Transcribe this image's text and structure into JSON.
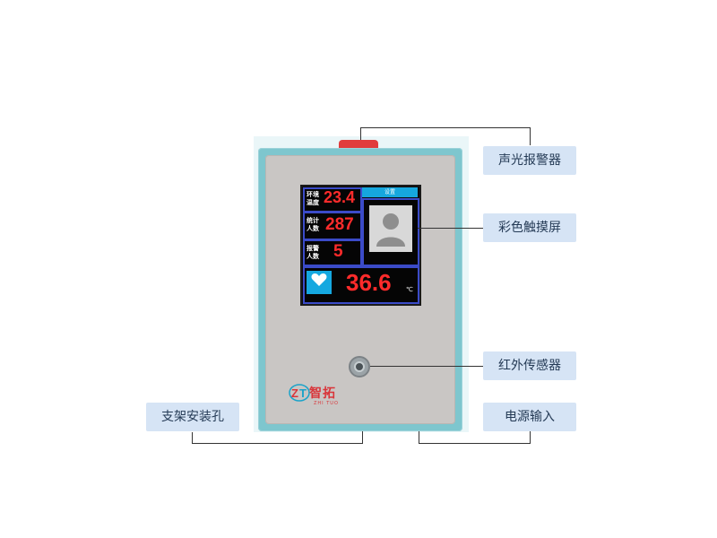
{
  "callouts": {
    "alarm": "声光报警器",
    "screen": "彩色触摸屏",
    "sensor": "红外传感器",
    "power": "电源输入",
    "mount": "支架安装孔"
  },
  "screen": {
    "env_label_1": "环境",
    "env_label_2": "温度",
    "env_value": "23.4",
    "count_label_1": "统计",
    "count_label_2": "人数",
    "count_value": "287",
    "alert_label_1": "报警",
    "alert_label_2": "人数",
    "alert_value": "5",
    "settings_label": "设置",
    "body_temp_value": "36.6",
    "body_temp_unit": "℃"
  },
  "logo": {
    "cn": "智拓",
    "en": "ZHI TUO"
  },
  "colors": {
    "device_body": "#7ec6ce",
    "panel": "#c9c6c4",
    "value_red": "#ff2b2b",
    "callout_bg": "#d6e4f5",
    "box_border": "#3b4bc8",
    "logo_red": "#d9353a"
  },
  "icons": [
    "alarm-light",
    "user-avatar-icon",
    "heart-icon",
    "infrared-sensor",
    "zt-logo"
  ]
}
